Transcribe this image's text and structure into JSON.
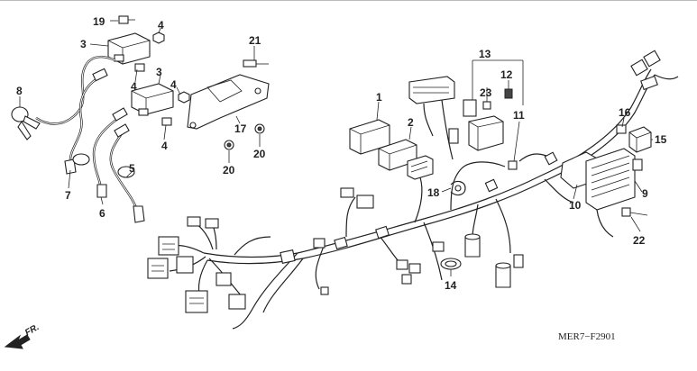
{
  "diagram": {
    "callouts": {
      "c1": "1",
      "c2": "2",
      "c3a": "3",
      "c3b": "3",
      "c4a": "4",
      "c4b": "4",
      "c4c": "4",
      "c4d": "4",
      "c5": "5",
      "c6": "6",
      "c7": "7",
      "c8": "8",
      "c9": "9",
      "c10": "10",
      "c11": "11",
      "c12": "12",
      "c13": "13",
      "c14": "14",
      "c15": "15",
      "c16": "16",
      "c17": "17",
      "c18": "18",
      "c19": "19",
      "c20a": "20",
      "c20b": "20",
      "c21": "21",
      "c22": "22",
      "c23": "23"
    },
    "direction_label": "FR.",
    "reference_code": "MER7−F2901"
  }
}
